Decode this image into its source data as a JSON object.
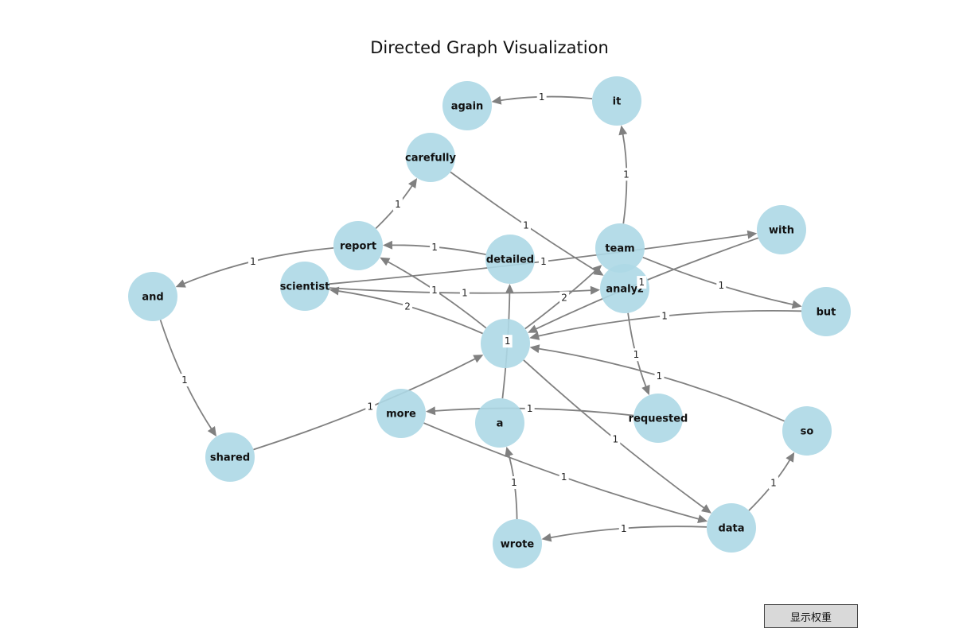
{
  "title": "Directed Graph Visualization",
  "button": {
    "label": "显示权重"
  },
  "colors": {
    "node_fill": "#add8e6",
    "edge": "#808080",
    "label_bg": "#ffffff"
  },
  "nodes": [
    {
      "id": "again",
      "label": "again"
    },
    {
      "id": "it",
      "label": "it"
    },
    {
      "id": "carefully",
      "label": "carefully"
    },
    {
      "id": "with",
      "label": "with"
    },
    {
      "id": "report",
      "label": "report"
    },
    {
      "id": "detailed",
      "label": "detailed"
    },
    {
      "id": "team",
      "label": "team"
    },
    {
      "id": "scientist",
      "label": "scientist"
    },
    {
      "id": "and",
      "label": "and"
    },
    {
      "id": "analyzed",
      "label": "analyz"
    },
    {
      "id": "but",
      "label": "but"
    },
    {
      "id": "the",
      "label": ""
    },
    {
      "id": "more",
      "label": "more"
    },
    {
      "id": "requested",
      "label": "requested"
    },
    {
      "id": "a",
      "label": "a"
    },
    {
      "id": "shared",
      "label": "shared"
    },
    {
      "id": "so",
      "label": "so"
    },
    {
      "id": "data",
      "label": "data"
    },
    {
      "id": "wrote",
      "label": "wrote"
    }
  ],
  "edges": [
    {
      "source": "it",
      "target": "again",
      "weight": "1"
    },
    {
      "source": "report",
      "target": "carefully",
      "weight": "1"
    },
    {
      "source": "carefully",
      "target": "analyzed",
      "weight": "1"
    },
    {
      "source": "report",
      "target": "and",
      "weight": "1"
    },
    {
      "source": "detailed",
      "target": "report",
      "weight": "1"
    },
    {
      "source": "scientist",
      "target": "with",
      "weight": "1"
    },
    {
      "source": "team",
      "target": "it",
      "weight": "1"
    },
    {
      "source": "team",
      "target": "but",
      "weight": "1"
    },
    {
      "source": "the",
      "target": "scientist",
      "weight": "2"
    },
    {
      "source": "scientist",
      "target": "analyzed",
      "weight": "1"
    },
    {
      "source": "the",
      "target": "report",
      "weight": "1"
    },
    {
      "source": "the",
      "target": "team",
      "weight": "2"
    },
    {
      "source": "with",
      "target": "the",
      "weight": "1"
    },
    {
      "source": "analyzed",
      "target": "requested",
      "weight": "1"
    },
    {
      "source": "but",
      "target": "the",
      "weight": "1"
    },
    {
      "source": "a",
      "target": "detailed",
      "weight": "1"
    },
    {
      "source": "and",
      "target": "shared",
      "weight": "1"
    },
    {
      "source": "shared",
      "target": "the",
      "weight": "1"
    },
    {
      "source": "requested",
      "target": "more",
      "weight": "1"
    },
    {
      "source": "more",
      "target": "data",
      "weight": "1"
    },
    {
      "source": "the",
      "target": "data",
      "weight": "1"
    },
    {
      "source": "so",
      "target": "the",
      "weight": "1"
    },
    {
      "source": "data",
      "target": "so",
      "weight": "1"
    },
    {
      "source": "data",
      "target": "wrote",
      "weight": "1"
    },
    {
      "source": "wrote",
      "target": "a",
      "weight": "1"
    }
  ]
}
